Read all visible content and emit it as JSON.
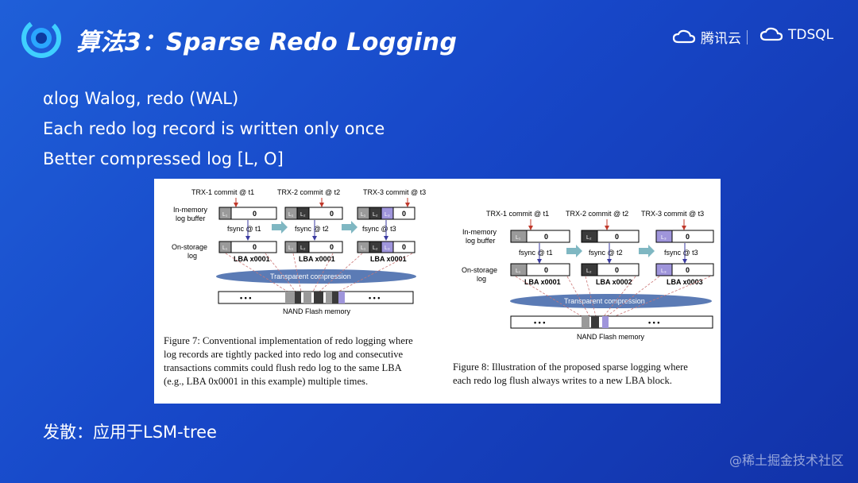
{
  "slide": {
    "title": "算法3：Sparse Redo Logging",
    "bullets": [
      "αlog  Walog, redo (WAL)",
      "Each redo log record is written only once",
      "Better compressed log [L, O]"
    ],
    "footer_note": "发散：应用于LSM-tree"
  },
  "brands": {
    "tencent_cloud": "腾讯云",
    "tdsql": "TDSQL"
  },
  "watermark": "@稀土掘金技术社区",
  "figure7": {
    "commits": [
      "TRX-1 commit @ t1",
      "TRX-2 commit @ t2",
      "TRX-3 commit @ t3"
    ],
    "row_in_memory": [
      "In-memory",
      "log buffer"
    ],
    "row_on_storage": [
      "On-storage",
      "log"
    ],
    "fsyncs": [
      "fsync @ t1",
      "fsync @ t2",
      "fsync @ t3"
    ],
    "lba": [
      "LBA x0001",
      "LBA x0001",
      "LBA x0001"
    ],
    "compression": "Transparent compression",
    "nand": "NAND Flash memory",
    "caption": [
      "Figure 7: Conventional implementation of redo logging where",
      "log records are tightly packed into redo log and consecutive",
      "transactions commits could flush redo log to the same LBA",
      "(e.g., LBA 0x0001 in this example) multiple times."
    ]
  },
  "figure8": {
    "commits": [
      "TRX-1 commit @ t1",
      "TRX-2 commit @ t2",
      "TRX-3 commit @ t3"
    ],
    "row_in_memory": [
      "In-memory",
      "log buffer"
    ],
    "row_on_storage": [
      "On-storage",
      "log"
    ],
    "fsyncs": [
      "fsync @ t1",
      "fsync @ t2",
      "fsync @ t3"
    ],
    "lba": [
      "LBA x0001",
      "LBA x0002",
      "LBA x0003"
    ],
    "compression": "Transparent compression",
    "nand": "NAND Flash memory",
    "caption": [
      "Figure 8: Illustration of the proposed sparse logging where",
      "each redo log flush always writes to a new LBA block."
    ]
  },
  "labels": {
    "zero": "0",
    "dots": "•  •  •",
    "L1": "L₁",
    "L2": "L₂",
    "L3": "L₃"
  },
  "colors": {
    "l1": "#9a9a9a",
    "l2": "#3a3a3a",
    "l3": "#9f95db",
    "compression": "#5b7bb5",
    "flush_arrow": "#7fb7c2"
  }
}
